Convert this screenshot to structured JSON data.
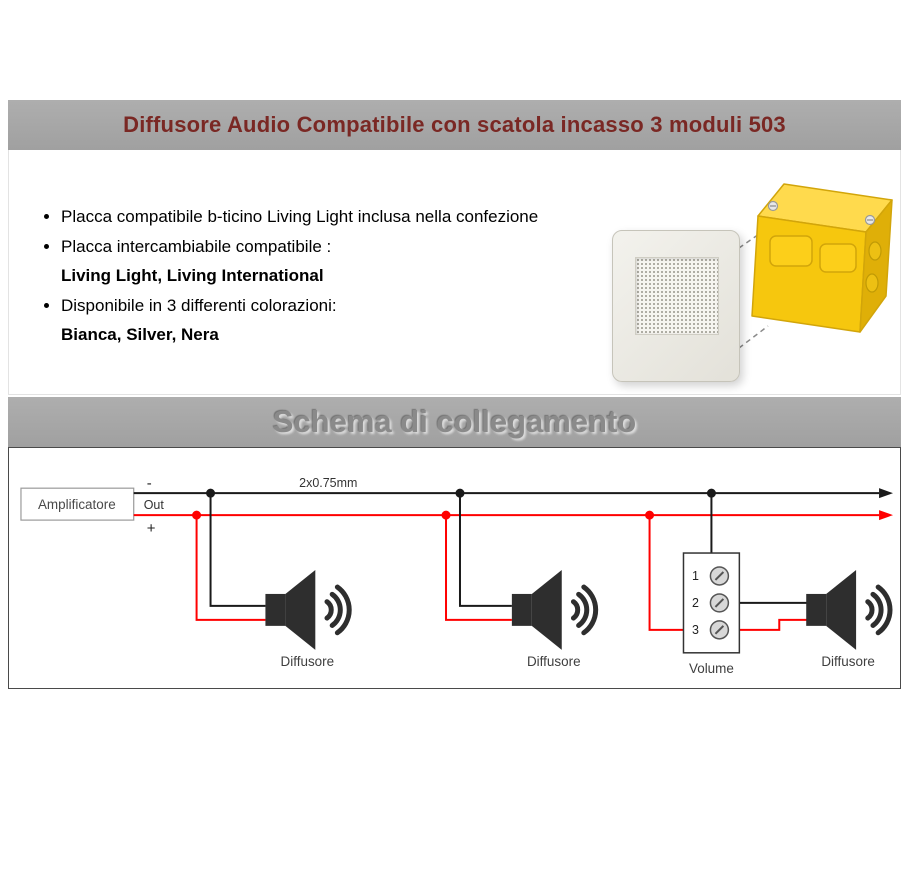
{
  "header": {
    "title": "Diffusore Audio Compatibile con scatola incasso 3 moduli 503"
  },
  "features": {
    "items": [
      {
        "text": "Placca compatibile b-ticino Living Light inclusa nella confezione"
      },
      {
        "text": "Placca intercambiabile compatibile :",
        "bold": "Living Light, Living International"
      },
      {
        "text": "Disponibile in 3 differenti colorazioni:",
        "bold": "Bianca, Silver, Nera"
      }
    ]
  },
  "schema": {
    "title": "Schema di collegamento",
    "amplifier_label": "Amplificatore",
    "out_label": "Out",
    "minus_label": "-",
    "plus_label": "+",
    "cable_label": "2x0.75mm",
    "speakers": [
      "Diffusore",
      "Diffusore",
      "Diffusore"
    ],
    "volume": {
      "label": "Volume",
      "terminals": [
        "1",
        "2",
        "3"
      ]
    }
  },
  "colors": {
    "bar_background": "#a7a7a7",
    "header_title": "#7a2824",
    "schema_title": "#8a8a8a",
    "wire_negative": "#1a1a1a",
    "wire_positive": "#ff0000",
    "box_yellow": "#f6c70e"
  }
}
